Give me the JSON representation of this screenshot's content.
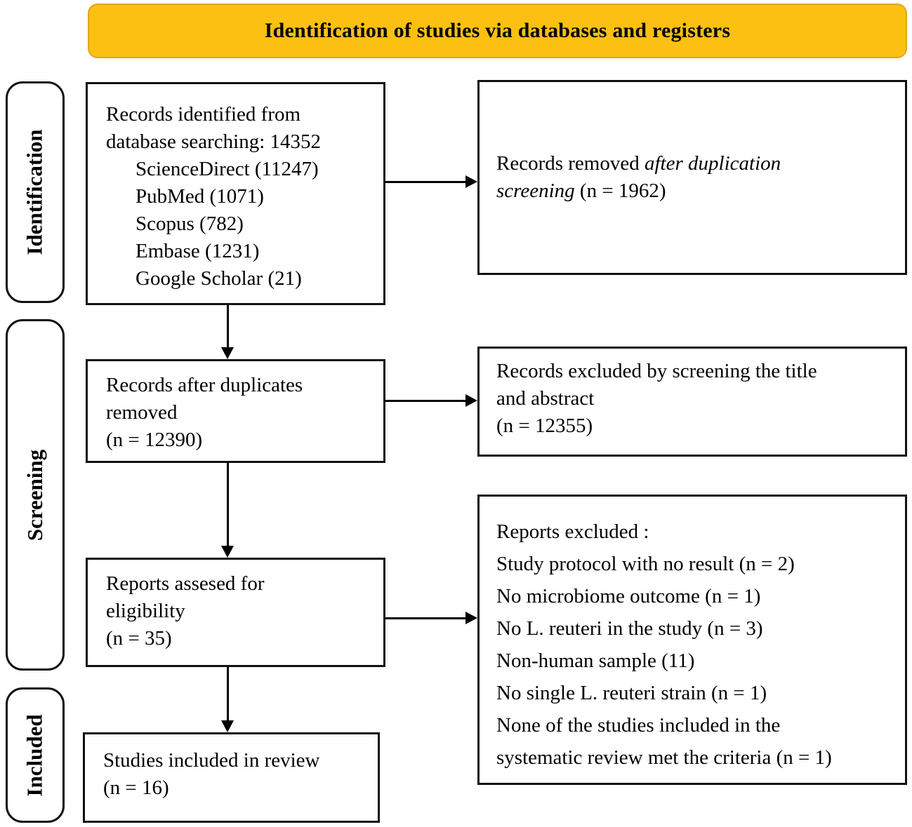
{
  "banner": {
    "title": "Identification of studies via databases and registers"
  },
  "colors": {
    "banner_bg": "#FBC011",
    "banner_border": "#E2A51C",
    "box_border": "#111111",
    "text": "#000000"
  },
  "stages": [
    {
      "label": "Identification"
    },
    {
      "label": "Screening"
    },
    {
      "label": "Included"
    }
  ],
  "flow": {
    "identified": {
      "lines": [
        "Records identified from",
        "database searching: 14352"
      ],
      "sources": [
        "ScienceDirect (11247)",
        "PubMed (1071)",
        "Scopus (782)",
        "Embase (1231)",
        "Google Scholar (21)"
      ]
    },
    "duplicates_removed": {
      "lines": [
        "Records after duplicates",
        "removed",
        "(n = 12390)"
      ]
    },
    "assessed": {
      "lines": [
        "Reports assesed for",
        "eligibility",
        "(n = 35)"
      ]
    },
    "included": {
      "lines": [
        "Studies included in review",
        "(n = 16)"
      ]
    }
  },
  "exclusions": {
    "removed_after_duplication": {
      "normal_start": "Records removed ",
      "italic": "after duplication screening",
      "normal_end": " (n = 1962)"
    },
    "excluded_screening": {
      "lines": [
        "Records excluded by screening the title",
        "and abstract",
        "(n = 12355)"
      ]
    },
    "reports_excluded": {
      "lines": [
        "Reports excluded :",
        "Study protocol with no result (n = 2)",
        "No microbiome outcome (n = 1)",
        "No L. reuteri in the study (n = 3)",
        "Non-human sample (11)",
        "No single L. reuteri strain (n = 1)",
        "None of the studies included in the",
        "systematic review met the criteria (n = 1)"
      ]
    }
  }
}
